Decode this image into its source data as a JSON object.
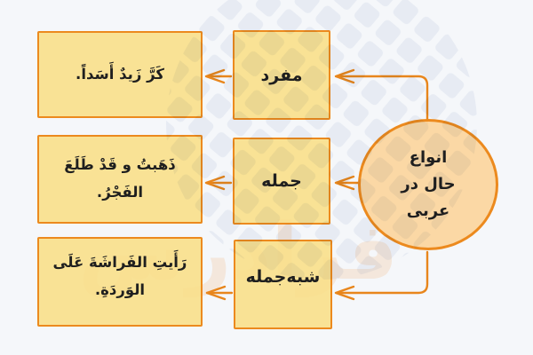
{
  "diagram": {
    "root": {
      "label": "انواع حال در عربی",
      "lines": [
        "انواع",
        "حال در",
        "عربی"
      ]
    },
    "types": [
      {
        "label": "مفرد",
        "example": "كَرَّ زَيدٌ أَسَداً."
      },
      {
        "label": "جمله",
        "example": "ذَهَبتُ و قَدْ طَلَعَ الفَجْرُ."
      },
      {
        "label": "شبه‌جمله",
        "example": "رَأَيتِ الفَراشَةَ عَلَى الوَردَةِ."
      }
    ],
    "watermark": "فرادرس",
    "colors": {
      "accent": "#ec8a1e",
      "node_fill": "#fade8a",
      "root_fill": "#fbd6a0",
      "background": "#f5f7fa",
      "text": "#1f1f1f"
    }
  }
}
